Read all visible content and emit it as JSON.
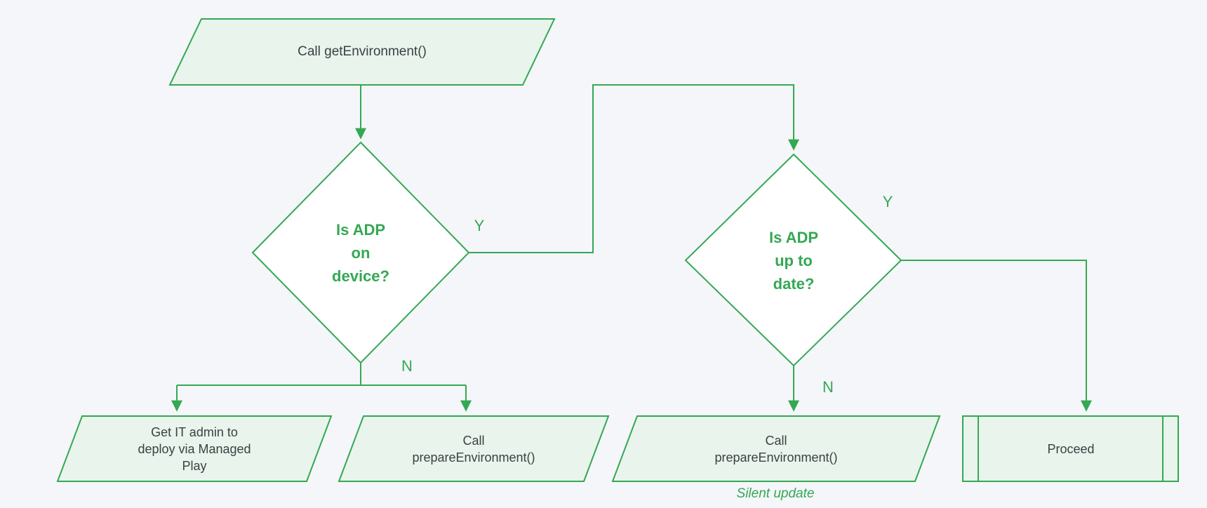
{
  "colors": {
    "background": "#F4F6F9",
    "stroke": "#34A853",
    "node_fill": "#E9F4EC",
    "decision_fill": "#FFFFFF",
    "text_dark": "#3C4043",
    "text_green": "#34A853"
  },
  "nodes": {
    "start": {
      "label": "Call getEnvironment()"
    },
    "decision_adp_on_device": {
      "label": "Is ADP\non\ndevice?"
    },
    "decision_adp_up_to_date": {
      "label": "Is ADP\nup to\ndate?"
    },
    "deploy_managed_play": {
      "label": "Get IT admin to\ndeploy via Managed\nPlay"
    },
    "prepare_environment_1": {
      "label": "Call\nprepareEnvironment()"
    },
    "prepare_environment_2": {
      "label": "Call\nprepareEnvironment()"
    },
    "proceed": {
      "label": "Proceed"
    }
  },
  "edge_labels": {
    "decision1_yes": "Y",
    "decision1_no": "N",
    "decision2_yes": "Y",
    "decision2_no": "N"
  },
  "captions": {
    "silent_update": "Silent update"
  }
}
